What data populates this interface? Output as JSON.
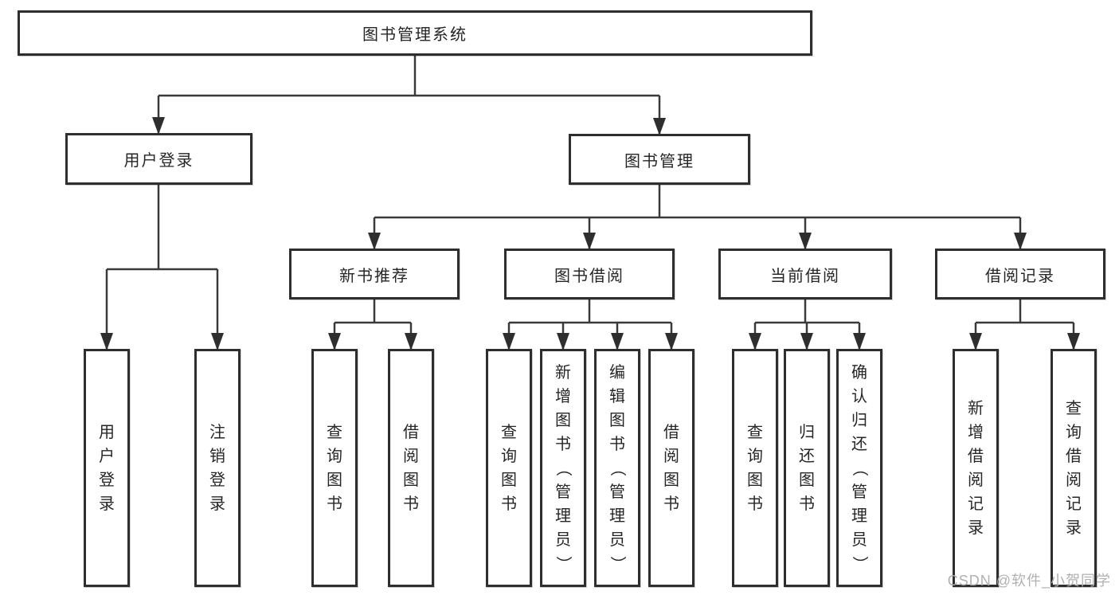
{
  "diagram": {
    "root": {
      "label": "图书管理系统"
    },
    "level1": [
      {
        "label": "用户登录",
        "children": [
          {
            "label": "用户登录"
          },
          {
            "label": "注销登录"
          }
        ]
      },
      {
        "label": "图书管理",
        "children": [
          {
            "label": "新书推荐",
            "children": [
              {
                "label": "查询图书"
              },
              {
                "label": "借阅图书"
              }
            ]
          },
          {
            "label": "图书借阅",
            "children": [
              {
                "label": "查询图书"
              },
              {
                "label": "新增图书（管理员）"
              },
              {
                "label": "编辑图书（管理员）"
              },
              {
                "label": "借阅图书"
              }
            ]
          },
          {
            "label": "当前借阅",
            "children": [
              {
                "label": "查询图书"
              },
              {
                "label": "归还图书"
              },
              {
                "label": "确认归还（管理员）"
              }
            ]
          },
          {
            "label": "借阅记录",
            "children": [
              {
                "label": "新增借阅记录"
              },
              {
                "label": "查询借阅记录"
              }
            ]
          }
        ]
      }
    ]
  },
  "watermark": {
    "text": "CSDN @软件_小贺同学"
  },
  "colors": {
    "box_border": "#2e2e2e",
    "connector_line": "#3a3a3a",
    "text": "#262626",
    "watermark": "#b0b0b0",
    "background": "#ffffff"
  }
}
